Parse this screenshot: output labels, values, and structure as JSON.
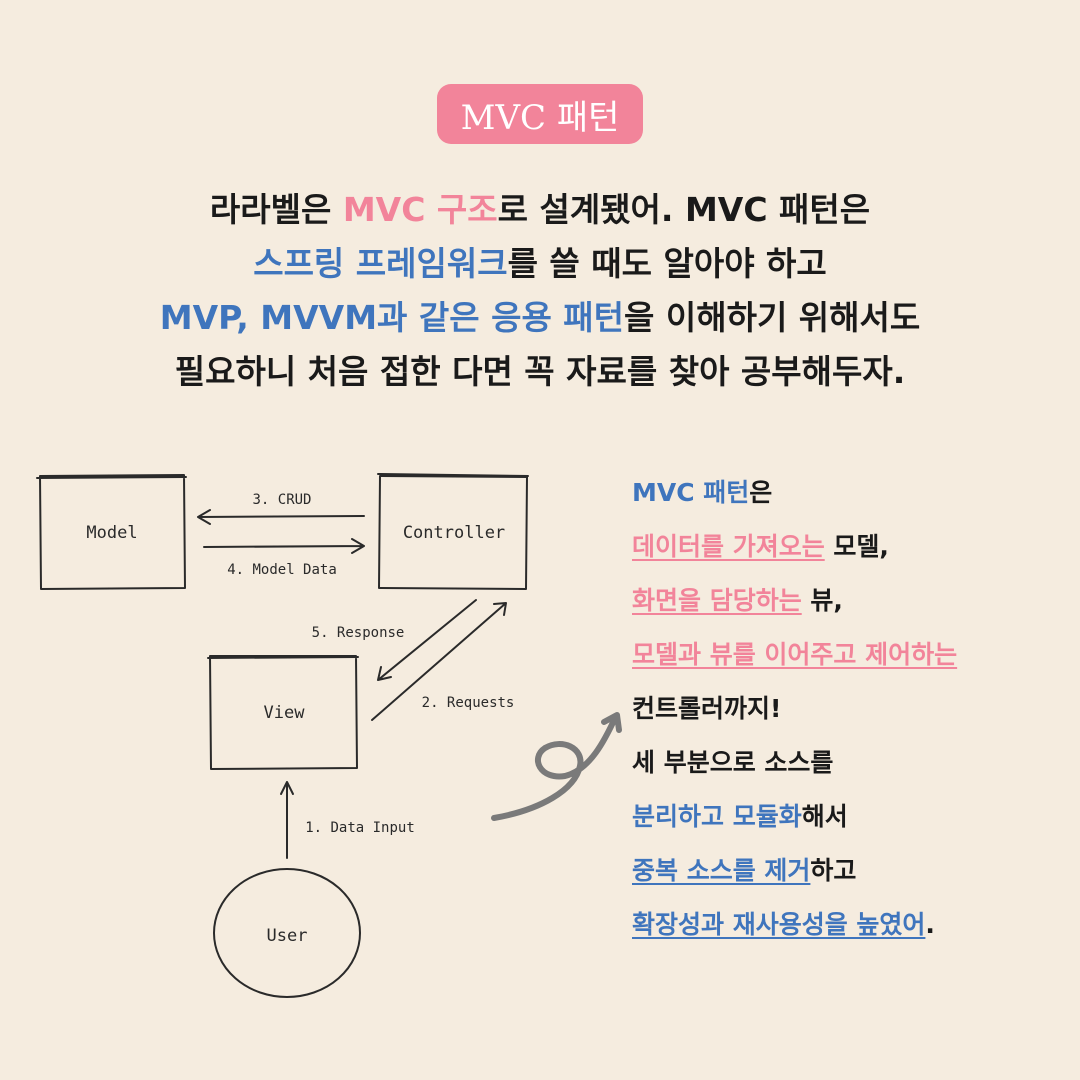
{
  "badge": {
    "label": "MVC 패턴"
  },
  "intro": {
    "l1a": "라라벨은 ",
    "l1b": "MVC 구조",
    "l1c": "로 설계됐어. MVC 패턴은",
    "l2a": "스프링 프레임워크",
    "l2b": "를 쓸 때도 알아야 하고",
    "l3a": "MVP, MVVM과 같은 응용 패턴",
    "l3b": "을 이해하기 위해서도",
    "l4": "필요하니 처음 접한 다면 꼭 자료를 찾아 공부해두자."
  },
  "diagram": {
    "model": "Model",
    "controller": "Controller",
    "view": "View",
    "user": "User",
    "crud": "3. CRUD",
    "model_data": "4. Model Data",
    "response": "5. Response",
    "requests": "2. Requests",
    "data_input": "1. Data Input"
  },
  "side": {
    "l1a": "MVC 패턴",
    "l1b": "은",
    "l2a": "데이터를 가져오는",
    "l2b": " 모델,",
    "l3a": "화면을 담당하는",
    "l3b": " 뷰,",
    "l4a": "모델과 뷰를 이어주고 제어하는",
    "l5": "컨트롤러까지!",
    "l6": "세 부분으로 소스를",
    "l7a": "분리하고 모듈화",
    "l7b": "해서",
    "l8a": "중복 소스를 제거",
    "l8b": "하고",
    "l9a": "확장성과 재사용성을 높였어",
    "l9b": "."
  },
  "colors": {
    "background": "#f5ecdf",
    "pink": "#f2849a",
    "blue": "#3f75bd"
  }
}
